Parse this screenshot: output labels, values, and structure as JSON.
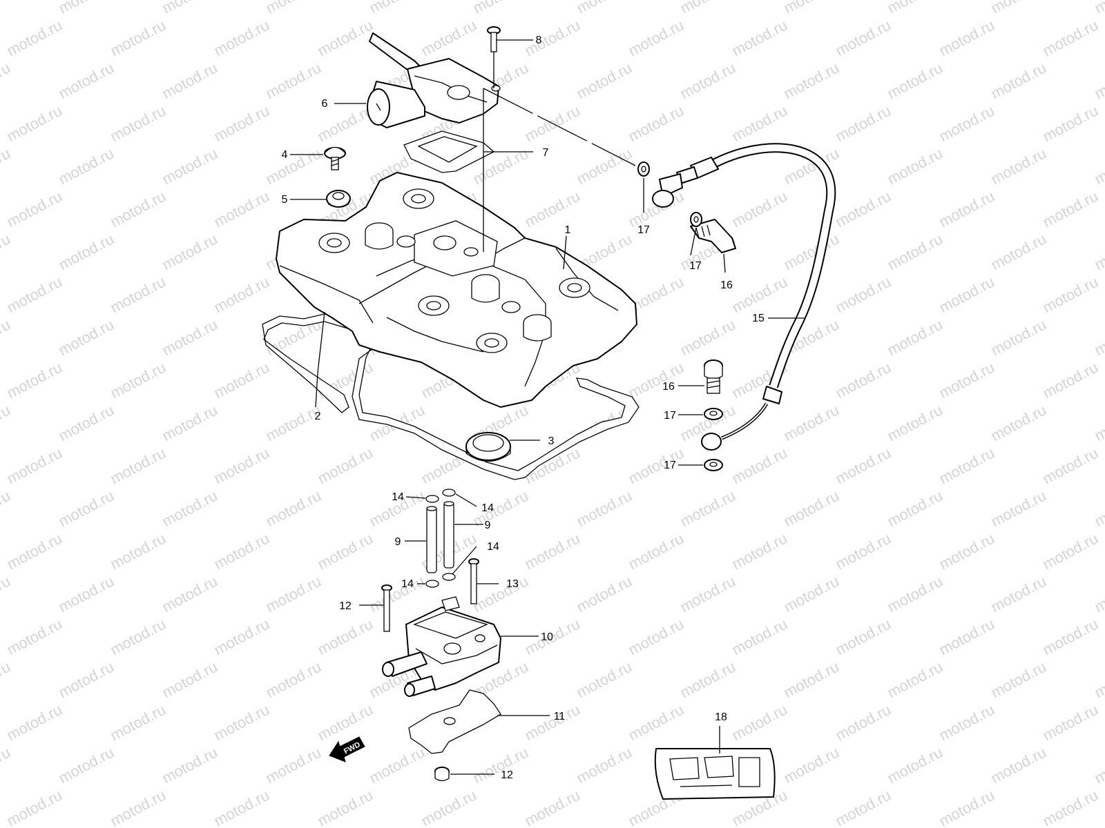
{
  "watermark": {
    "text": "motod.ru",
    "color": "#d4d4d4"
  },
  "fwd_label": "FWD",
  "callouts": [
    {
      "id": "c1",
      "text": "1"
    },
    {
      "id": "c2",
      "text": "2"
    },
    {
      "id": "c3",
      "text": "3"
    },
    {
      "id": "c4",
      "text": "4"
    },
    {
      "id": "c5",
      "text": "5"
    },
    {
      "id": "c6",
      "text": "6"
    },
    {
      "id": "c7",
      "text": "7"
    },
    {
      "id": "c8",
      "text": "8"
    },
    {
      "id": "c9a",
      "text": "9"
    },
    {
      "id": "c9b",
      "text": "9"
    },
    {
      "id": "c10",
      "text": "10"
    },
    {
      "id": "c11",
      "text": "11"
    },
    {
      "id": "c12a",
      "text": "12"
    },
    {
      "id": "c12b",
      "text": "12"
    },
    {
      "id": "c13",
      "text": "13"
    },
    {
      "id": "c14a",
      "text": "14"
    },
    {
      "id": "c14b",
      "text": "14"
    },
    {
      "id": "c14c",
      "text": "14"
    },
    {
      "id": "c14d",
      "text": "14"
    },
    {
      "id": "c15",
      "text": "15"
    },
    {
      "id": "c16a",
      "text": "16"
    },
    {
      "id": "c16b",
      "text": "16"
    },
    {
      "id": "c17a",
      "text": "17"
    },
    {
      "id": "c17b",
      "text": "17"
    },
    {
      "id": "c17c",
      "text": "17"
    },
    {
      "id": "c17d",
      "text": "17"
    },
    {
      "id": "c18",
      "text": "18"
    }
  ]
}
